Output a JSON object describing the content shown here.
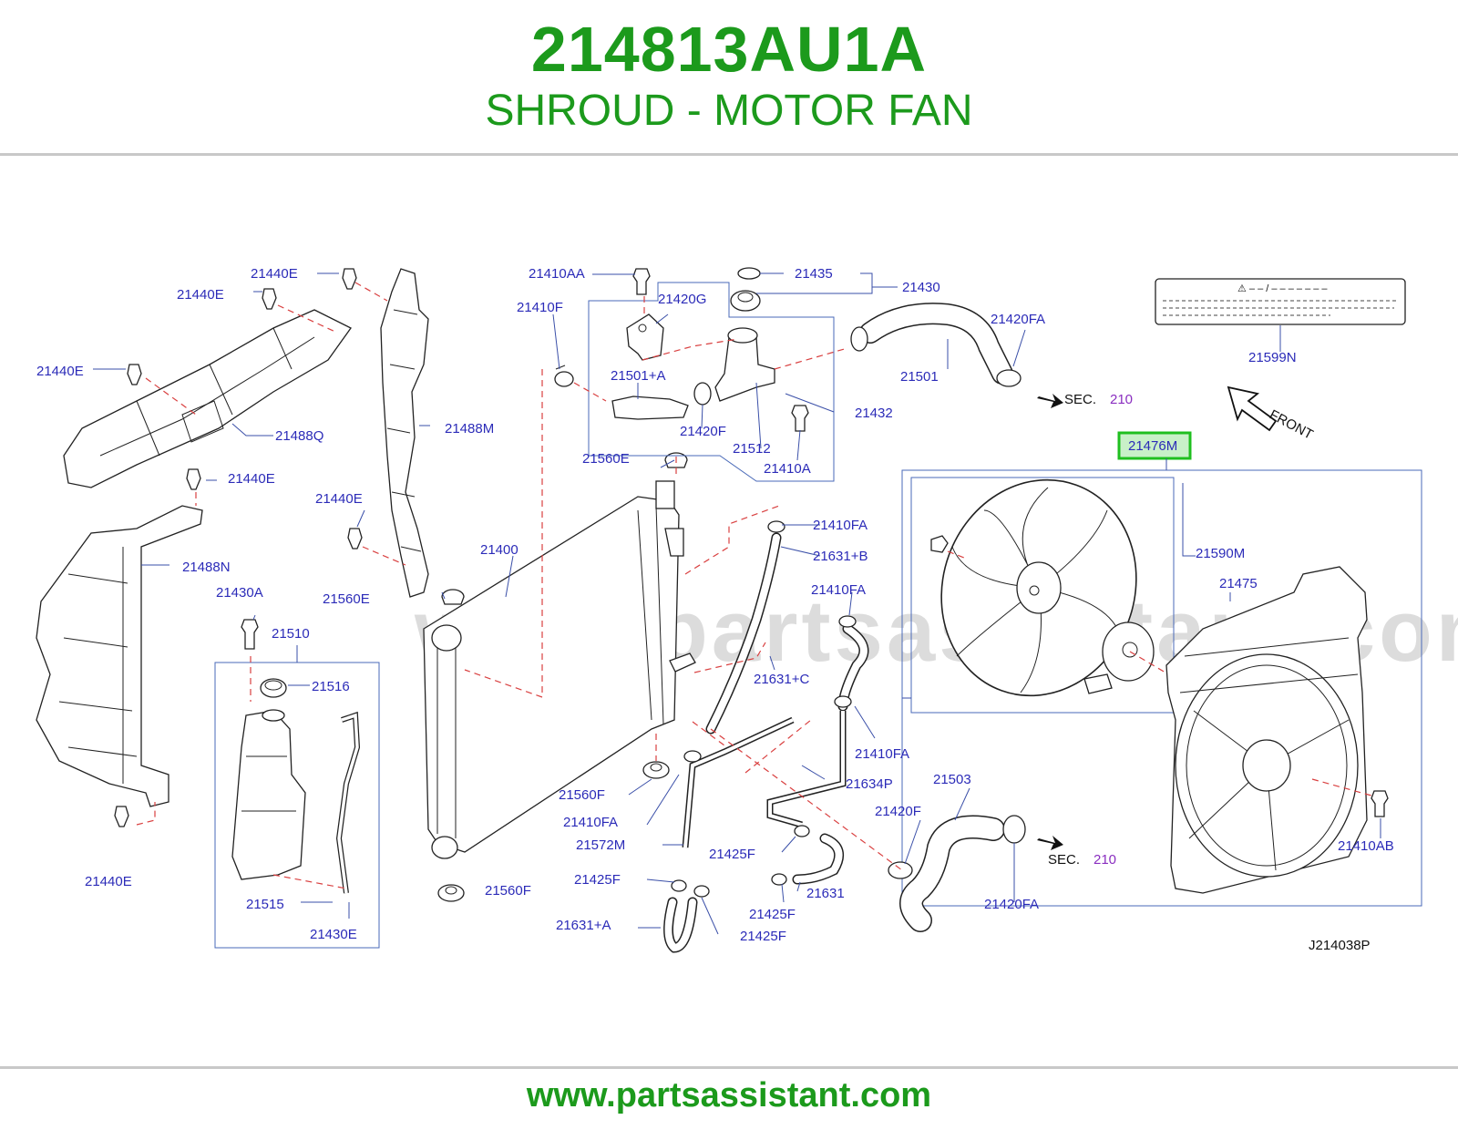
{
  "header": {
    "part_number": "214813AU1A",
    "part_name": "SHROUD - MOTOR FAN"
  },
  "footer": {
    "url": "www.partsassistant.com"
  },
  "diagram": {
    "watermark": "www.partsassistant.com",
    "diagram_code": "J214038P",
    "front_label": "FRONT",
    "sec_label": "SEC.",
    "sec_number": "210",
    "caution_label_text": "⚠ – – / – – – – – – –",
    "highlighted_part": "21476M",
    "labels": {
      "p21440E_a": "21440E",
      "p21440E_b": "21440E",
      "p21440E_c": "21440E",
      "p21440E_d": "21440E",
      "p21440E_e": "21440E",
      "p21440E_f": "21440E",
      "p21488Q": "21488Q",
      "p21488M": "21488M",
      "p21488N": "21488N",
      "p21430A": "21430A",
      "p21510": "21510",
      "p21516": "21516",
      "p21515": "21515",
      "p21430E": "21430E",
      "p21410AA": "21410AA",
      "p21410F": "21410F",
      "p21420G": "21420G",
      "p21435": "21435",
      "p21430": "21430",
      "p21501A": "21501+A",
      "p21420F_a": "21420F",
      "p21512": "21512",
      "p21410A": "21410A",
      "p21432": "21432",
      "p21501": "21501",
      "p21420FA_a": "21420FA",
      "p21599N": "21599N",
      "p21560E_a": "21560E",
      "p21560E_b": "21560E",
      "p21400": "21400",
      "p21410FA_a": "21410FA",
      "p21631B": "21631+B",
      "p21410FA_b": "21410FA",
      "p21631C": "21631+C",
      "p21410FA_c": "21410FA",
      "p21560F_a": "21560F",
      "p21560F_b": "21560F",
      "p21410FA_d": "21410FA",
      "p21572M": "21572M",
      "p21634P": "21634P",
      "p21425F_a": "21425F",
      "p21425F_b": "21425F",
      "p21425F_c": "21425F",
      "p21425F_d": "21425F",
      "p21631": "21631",
      "p21631A": "21631+A",
      "p21503": "21503",
      "p21420F_b": "21420F",
      "p21420FA_b": "21420FA",
      "p21590M": "21590M",
      "p21475": "21475",
      "p21410AB": "21410AB"
    }
  }
}
